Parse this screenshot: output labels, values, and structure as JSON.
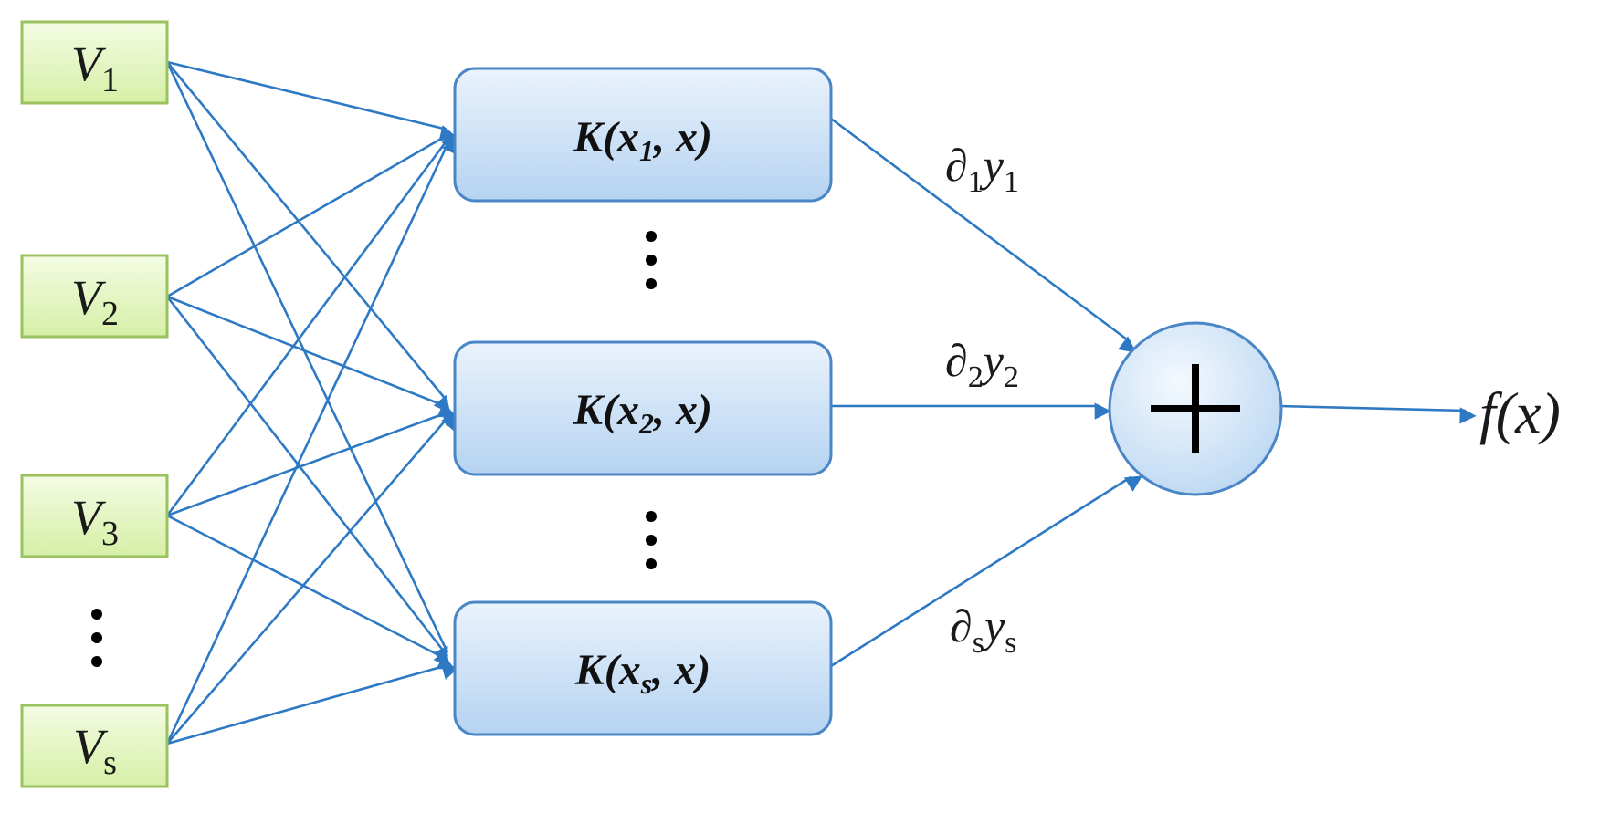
{
  "inputs": [
    {
      "letter": "V",
      "sub": "1"
    },
    {
      "letter": "V",
      "sub": "2"
    },
    {
      "letter": "V",
      "sub": "3"
    },
    {
      "letter": "V",
      "sub": "s"
    }
  ],
  "kernels": [
    {
      "pre": "K(",
      "var": "x",
      "sub": "1",
      "post": ", x)"
    },
    {
      "pre": "K(",
      "var": "x",
      "sub": "2",
      "post": ", x)"
    },
    {
      "pre": "K(",
      "var": "x",
      "sub": "s",
      "post": ", x)"
    }
  ],
  "weights": [
    {
      "sym": "∂",
      "sym_sub": "1",
      "var": "y",
      "var_sub": "1"
    },
    {
      "sym": "∂",
      "sym_sub": "2",
      "var": "y",
      "var_sub": "2"
    },
    {
      "sym": "∂",
      "sym_sub": "s",
      "var": "y",
      "var_sub": "s"
    }
  ],
  "sum_symbol": "+",
  "output": {
    "label": "f(x)"
  },
  "colors": {
    "input_fill": "#e6f7c4",
    "input_border": "#9ac25e",
    "kernel_fill": "#cfe3f7",
    "kernel_border": "#4a86c5",
    "connection": "#2e79c4"
  }
}
